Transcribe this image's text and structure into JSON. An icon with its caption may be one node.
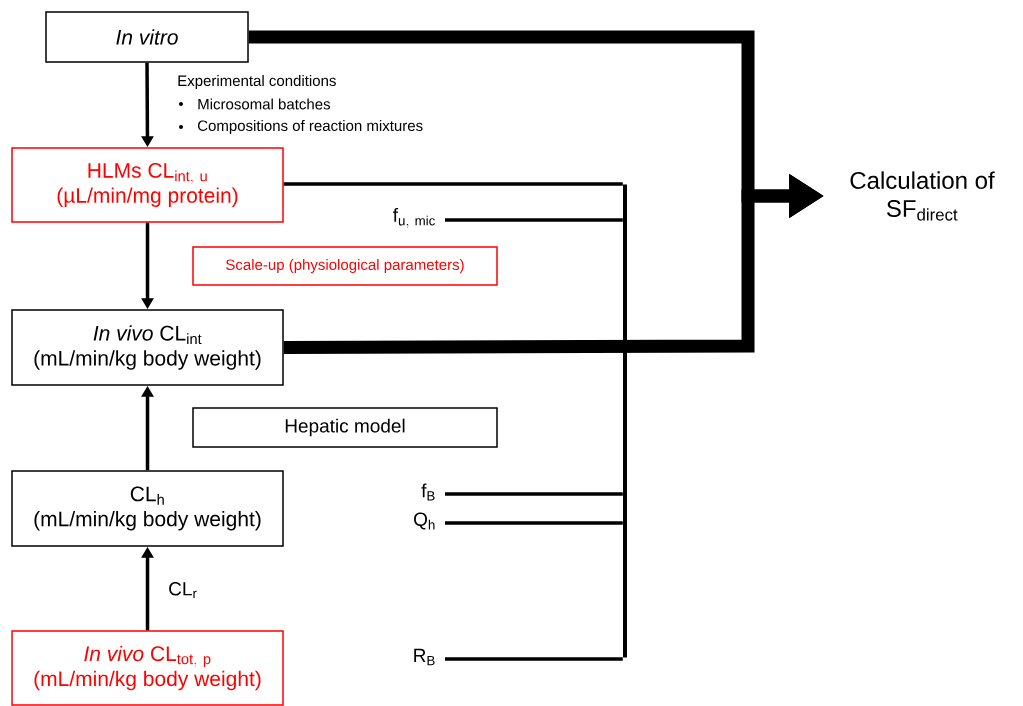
{
  "diagram": {
    "nodes": [
      {
        "text": [
          "In vitro"
        ]
      },
      {
        "text": [
          "\\mathrm{HLMs\\ CL}_{\\mathrm{int,\\ u}}",
          "(µL/min/mg protein)"
        ]
      },
      {
        "text": [
          "Scale-up (physiological parameters)"
        ]
      },
      {
        "text": [
          "*In vivo* CL$_{int}$",
          "(mL/min/kg body weight)"
        ]
      },
      {
        "text": [
          "Hepatic model"
        ]
      },
      {
        "text": [
          "CL$_{h}$",
          "(mL/min/kg body weight)"
        ]
      },
      {
        "text": [
          "\\mathit{In\\ vivo}\\ \\mathrm{CL}_{\\mathrm{tot,\\ p}}",
          "(mL/min/kg body weight)"
        ]
      },
      {
        "text": [
          "\\mathrm{f}_{\\mathrm{u,\\ mic}}"
        ]
      },
      {
        "text": [
          "f$_{B}$"
        ]
      },
      {
        "text": [
          "Q$_{h}$"
        ]
      },
      {
        "text": [
          "R$_{B}$"
        ]
      },
      {
        "text": [
          "Calculation of SF$_{direct}$"
        ]
      },
      {
        "text": [],
        "shape": "bar"
      }
    ],
    "edges": [
      {
        "from": 0,
        "to": 1,
        "arrow": "to",
        "label": "Experimental conditions"
      },
      {
        "from": 1,
        "to": 3,
        "arrow": "to"
      },
      {
        "from": 5,
        "to": 3,
        "arrow": "to"
      },
      {
        "from": 6,
        "to": 5,
        "arrow": "to",
        "label": "CL$_{r}$"
      },
      {
        "from": 0,
        "to": 11,
        "arrow": "to",
        "style": "thick"
      },
      {
        "from": 3,
        "to": 11,
        "arrow": "to",
        "style": "thick"
      },
      {
        "from": 1,
        "to": 12,
        "arrow": "none"
      },
      {
        "from": 7,
        "to": 12,
        "arrow": "none"
      },
      {
        "from": 8,
        "to": 12,
        "arrow": "none"
      },
      {
        "from": 9,
        "to": 12,
        "arrow": "none"
      },
      {
        "from": 10,
        "to": 12,
        "arrow": "none"
      }
    ],
    "labels": [
      "Microsomal batches",
      "Compositions of reaction mixtures"
    ]
  }
}
